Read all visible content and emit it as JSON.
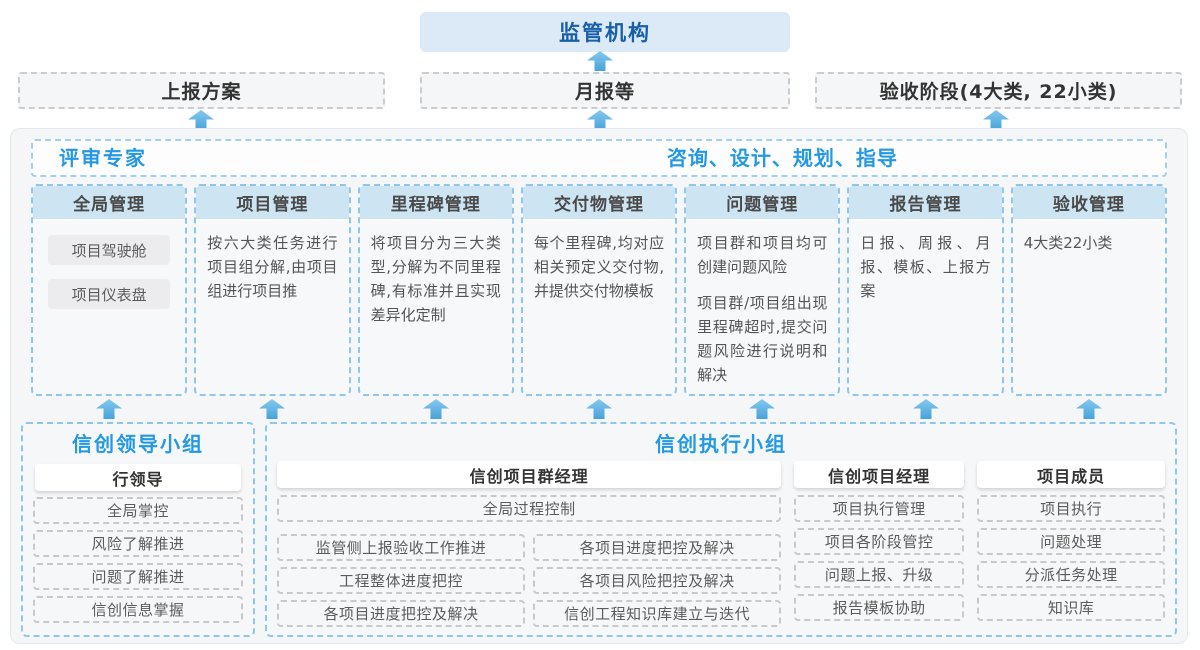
{
  "colors": {
    "accent_blue": "#2499e3",
    "regulator_bg": "#dce9f6",
    "regulator_text": "#1760a8",
    "column_header_bg": "#cde4f3",
    "dashed_blue_border": "#8fc7ea",
    "arrow_blue": "#58b0e2"
  },
  "top": {
    "regulator_label": "监管机构"
  },
  "report_boxes": [
    {
      "label": "上报方案"
    },
    {
      "label": "月报等"
    },
    {
      "label": "验收阶段(4大类, 22小类)"
    }
  ],
  "expert_header": {
    "left_title": "评审专家",
    "right_title": "咨询、设计、规划、指导"
  },
  "columns": [
    {
      "title": "全局管理",
      "chips": [
        "项目驾驶舱",
        "项目仪表盘"
      ]
    },
    {
      "title": "项目管理",
      "paragraphs": [
        "按六大类任务进行项目组分解,由项目组进行项目推"
      ]
    },
    {
      "title": "里程碑管理",
      "paragraphs": [
        "将项目分为三大类型,分解为不同里程碑,有标准并且实现差异化定制"
      ]
    },
    {
      "title": "交付物管理",
      "paragraphs": [
        "每个里程碑,均对应相关预定义交付物,并提供交付物模板"
      ]
    },
    {
      "title": "问题管理",
      "paragraphs": [
        "项目群和项目均可创建问题风险",
        "项目群/项目组出现里程碑超时,提交问题风险进行说明和解决"
      ]
    },
    {
      "title": "报告管理",
      "paragraphs": [
        "日报、周报、月报、模板、上报方案"
      ]
    },
    {
      "title": "验收管理",
      "paragraphs": [
        "4大类22小类"
      ]
    }
  ],
  "groups": {
    "leader": {
      "title": "信创领导小组",
      "role": "行领导",
      "items": [
        "全局掌控",
        "风险了解推进",
        "问题了解推进",
        "信创信息掌握"
      ]
    },
    "exec": {
      "title": "信创执行小组",
      "pgm": {
        "role": "信创项目群经理",
        "full_item": "全局过程控制",
        "grid_items": [
          "监管侧上报验收工作推进",
          "各项目进度把控及解决",
          "工程整体进度把控",
          "各项目风险把控及解决",
          "各项目进度把控及解决",
          "信创工程知识库建立与迭代"
        ]
      },
      "pm": {
        "role": "信创项目经理",
        "items": [
          "项目执行管理",
          "项目各阶段管控",
          "问题上报、升级",
          "报告模板协助"
        ]
      },
      "member": {
        "role": "项目成员",
        "items": [
          "项目执行",
          "问题处理",
          "分派任务处理",
          "知识库"
        ]
      }
    }
  }
}
